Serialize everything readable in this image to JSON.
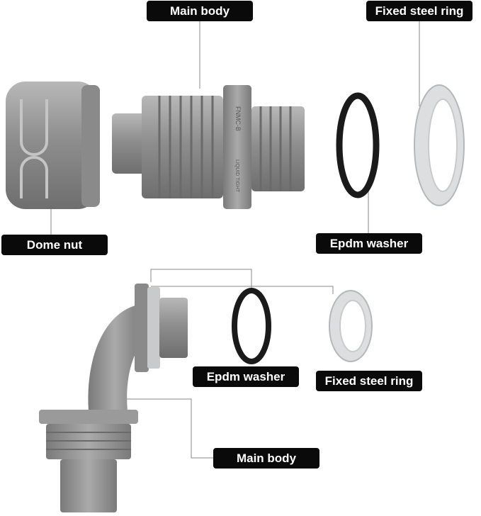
{
  "labels": {
    "top_main_body": "Main body",
    "top_fixed_steel_ring": "Fixed steel ring",
    "dome_nut": "Dome nut",
    "top_epdm_washer": "Epdm washer",
    "bottom_epdm_washer": "Epdm washer",
    "bottom_fixed_steel_ring": "Fixed steel ring",
    "bottom_main_body": "Main body"
  },
  "product_markings": [
    "FNMC-B",
    "LIQUID TIGHT"
  ],
  "colors": {
    "label_bg": "#0a0a0a",
    "label_text": "#ffffff",
    "plastic": "#9a9a9a",
    "washer": "#1a1a1a",
    "steel": "#d8dadc"
  }
}
